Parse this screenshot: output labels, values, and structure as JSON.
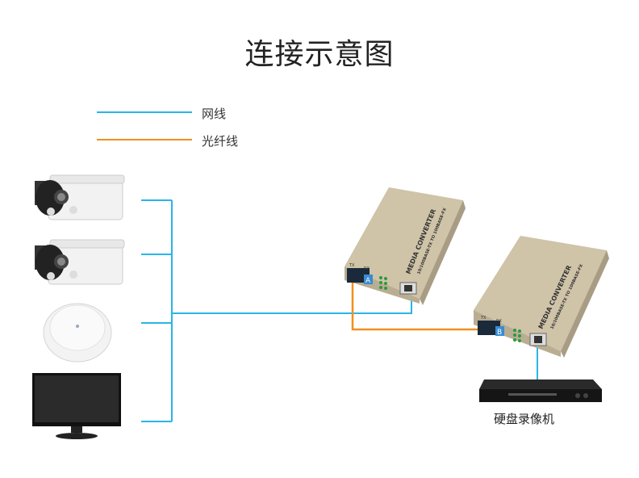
{
  "title": "连接示意图",
  "legend": [
    {
      "label": "网线",
      "color": "#29b5e8"
    },
    {
      "label": "光纤线",
      "color": "#f0901e"
    }
  ],
  "converters": [
    {
      "model": "MEDIA CONVERTER",
      "spec": "10/100BASE-TX TO 100BASE-FX",
      "port_label": "A",
      "tx": "TX",
      "rx": "RX"
    },
    {
      "model": "MEDIA CONVERTER",
      "spec": "10/100BASE-TX TO 100BASE-FX",
      "port_label": "B",
      "tx": "TX",
      "rx": "RX"
    }
  ],
  "dvr": {
    "label": "硬盘录像机"
  },
  "devices": [
    "camera",
    "camera",
    "wireless-ap",
    "monitor"
  ]
}
